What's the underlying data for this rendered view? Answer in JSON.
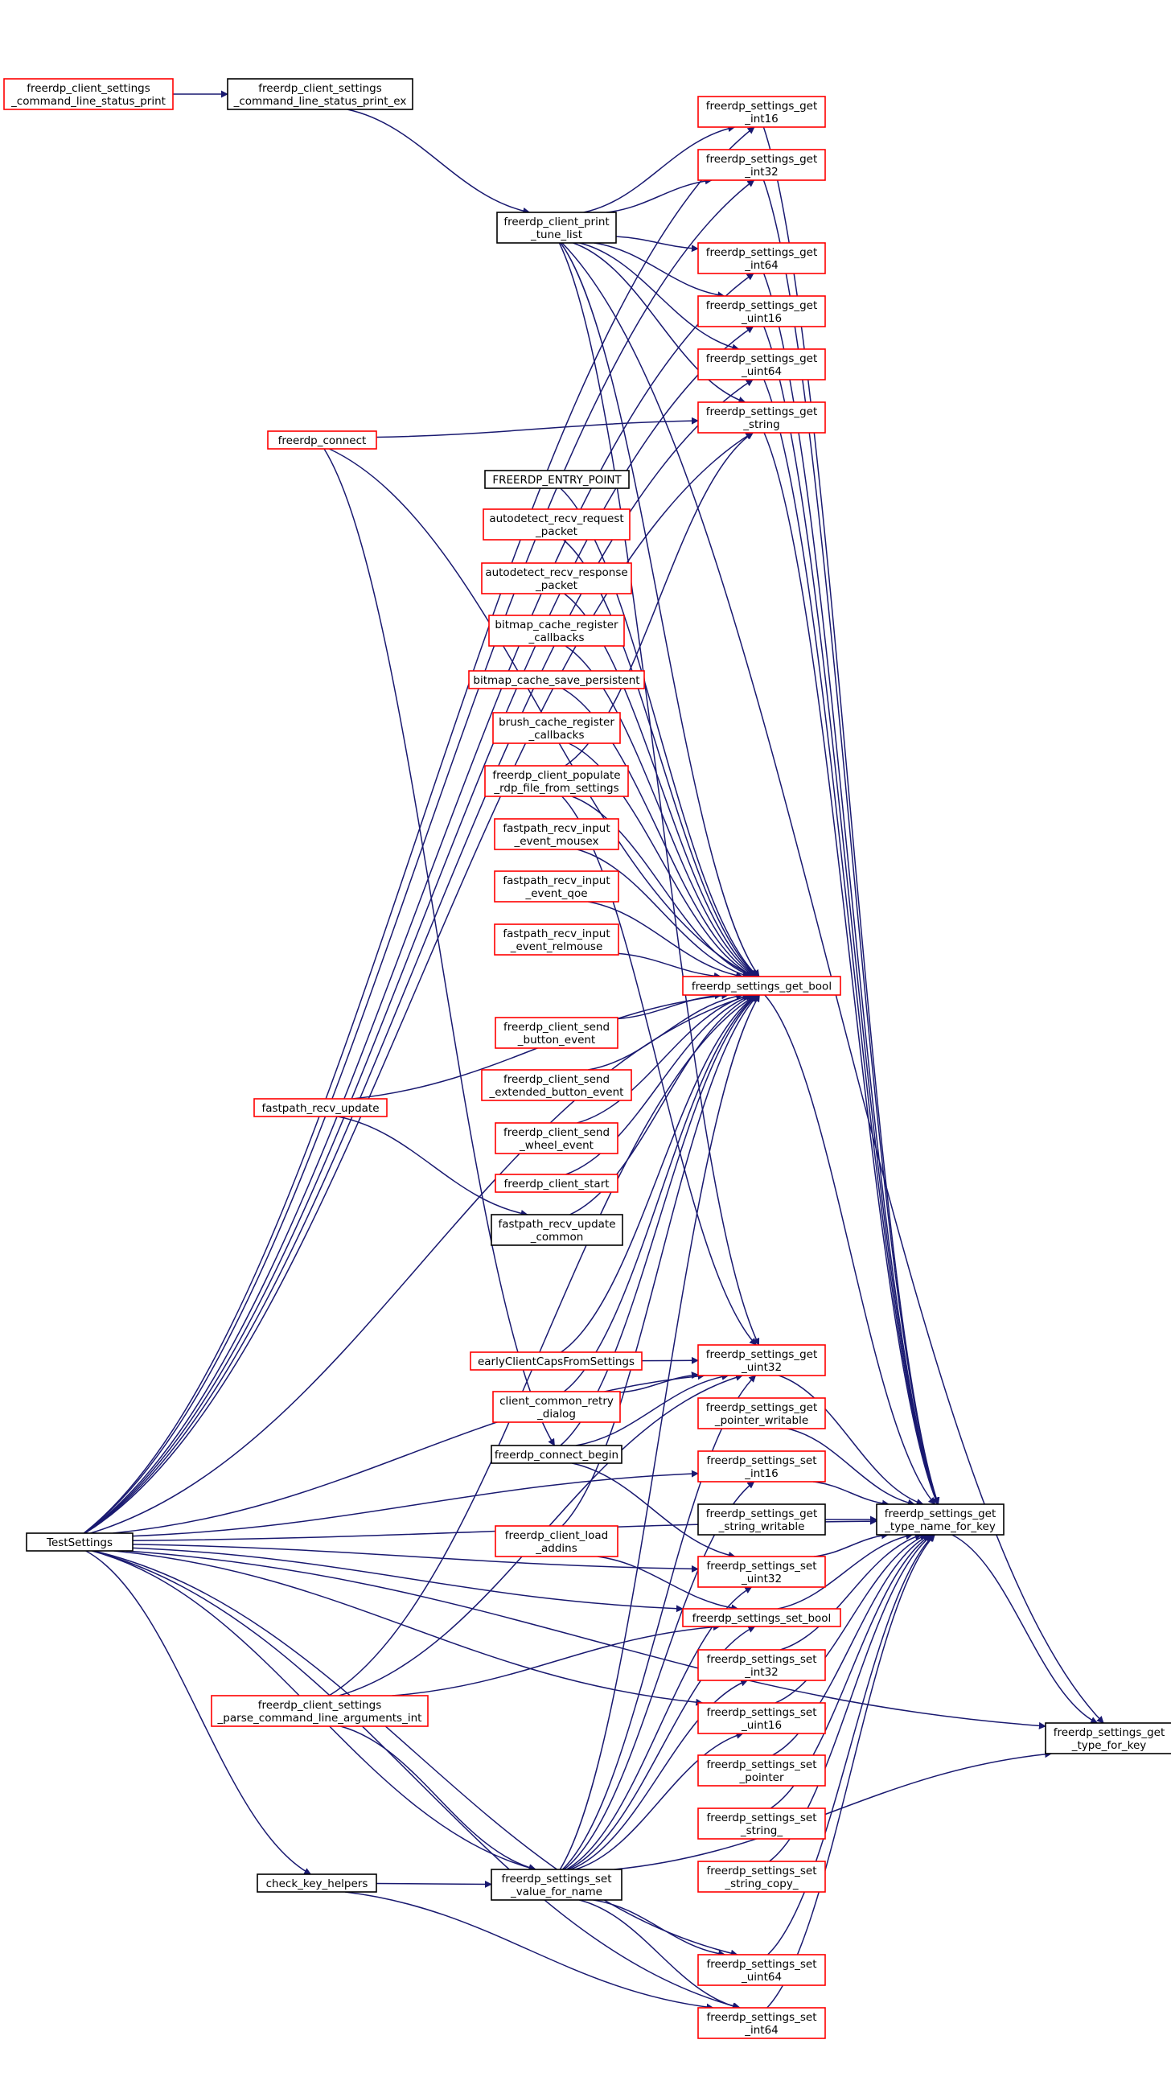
{
  "colors": {
    "edge": "#191970",
    "border_default": "#000000",
    "border_link": "#ff0000",
    "focus_fill": "#bfbfbf"
  },
  "nodes": [
    {
      "id": "cs_status_print",
      "lines": [
        "freerdp_client_settings",
        "_command_line_status_print"
      ],
      "style": "link"
    },
    {
      "id": "cs_status_print_ex",
      "lines": [
        "freerdp_client_settings",
        "_command_line_status_print_ex"
      ],
      "style": "default"
    },
    {
      "id": "get_int16",
      "lines": [
        "freerdp_settings_get",
        "_int16"
      ],
      "style": "link"
    },
    {
      "id": "get_int32",
      "lines": [
        "freerdp_settings_get",
        "_int32"
      ],
      "style": "link"
    },
    {
      "id": "print_tune_list",
      "lines": [
        "freerdp_client_print",
        "_tune_list"
      ],
      "style": "default"
    },
    {
      "id": "get_int64",
      "lines": [
        "freerdp_settings_get",
        "_int64"
      ],
      "style": "link"
    },
    {
      "id": "get_uint16",
      "lines": [
        "freerdp_settings_get",
        "_uint16"
      ],
      "style": "link"
    },
    {
      "id": "get_uint64",
      "lines": [
        "freerdp_settings_get",
        "_uint64"
      ],
      "style": "link"
    },
    {
      "id": "get_string",
      "lines": [
        "freerdp_settings_get",
        "_string"
      ],
      "style": "link"
    },
    {
      "id": "freerdp_connect",
      "lines": [
        "freerdp_connect"
      ],
      "style": "link"
    },
    {
      "id": "entry_point",
      "lines": [
        "FREERDP_ENTRY_POINT"
      ],
      "style": "default"
    },
    {
      "id": "autodetect_req",
      "lines": [
        "autodetect_recv_request",
        "_packet"
      ],
      "style": "link"
    },
    {
      "id": "autodetect_resp",
      "lines": [
        "autodetect_recv_response",
        "_packet"
      ],
      "style": "link"
    },
    {
      "id": "bitmap_cache_reg",
      "lines": [
        "bitmap_cache_register",
        "_callbacks"
      ],
      "style": "link"
    },
    {
      "id": "bitmap_cache_save",
      "lines": [
        "bitmap_cache_save_persistent"
      ],
      "style": "link"
    },
    {
      "id": "brush_cache_reg",
      "lines": [
        "brush_cache_register",
        "_callbacks"
      ],
      "style": "link"
    },
    {
      "id": "populate_rdp",
      "lines": [
        "freerdp_client_populate",
        "_rdp_file_from_settings"
      ],
      "style": "link"
    },
    {
      "id": "fp_mousex",
      "lines": [
        "fastpath_recv_input",
        "_event_mousex"
      ],
      "style": "link"
    },
    {
      "id": "fp_qoe",
      "lines": [
        "fastpath_recv_input",
        "_event_qoe"
      ],
      "style": "link"
    },
    {
      "id": "fp_relmouse",
      "lines": [
        "fastpath_recv_input",
        "_event_relmouse"
      ],
      "style": "link"
    },
    {
      "id": "get_bool",
      "lines": [
        "freerdp_settings_get_bool"
      ],
      "style": "link"
    },
    {
      "id": "send_button",
      "lines": [
        "freerdp_client_send",
        "_button_event"
      ],
      "style": "link"
    },
    {
      "id": "send_ext_button",
      "lines": [
        "freerdp_client_send",
        "_extended_button_event"
      ],
      "style": "link"
    },
    {
      "id": "send_wheel",
      "lines": [
        "freerdp_client_send",
        "_wheel_event"
      ],
      "style": "link"
    },
    {
      "id": "fp_recv_update",
      "lines": [
        "fastpath_recv_update"
      ],
      "style": "link"
    },
    {
      "id": "client_start",
      "lines": [
        "freerdp_client_start"
      ],
      "style": "link"
    },
    {
      "id": "fp_update_common",
      "lines": [
        "fastpath_recv_update",
        "_common"
      ],
      "style": "default"
    },
    {
      "id": "early_caps",
      "lines": [
        "earlyClientCapsFromSettings"
      ],
      "style": "link"
    },
    {
      "id": "get_uint32",
      "lines": [
        "freerdp_settings_get",
        "_uint32"
      ],
      "style": "link"
    },
    {
      "id": "retry_dialog",
      "lines": [
        "client_common_retry",
        "_dialog"
      ],
      "style": "link"
    },
    {
      "id": "get_ptr_writable",
      "lines": [
        "freerdp_settings_get",
        "_pointer_writable"
      ],
      "style": "link"
    },
    {
      "id": "connect_begin",
      "lines": [
        "freerdp_connect_begin"
      ],
      "style": "default"
    },
    {
      "id": "set_int16",
      "lines": [
        "freerdp_settings_set",
        "_int16"
      ],
      "style": "link"
    },
    {
      "id": "get_str_writable",
      "lines": [
        "freerdp_settings_get",
        "_string_writable"
      ],
      "style": "default"
    },
    {
      "id": "type_name_for_key",
      "lines": [
        "freerdp_settings_get",
        "_type_name_for_key"
      ],
      "style": "default"
    },
    {
      "id": "test_settings",
      "lines": [
        "TestSettings"
      ],
      "style": "default"
    },
    {
      "id": "load_addins",
      "lines": [
        "freerdp_client_load",
        "_addins"
      ],
      "style": "link"
    },
    {
      "id": "set_uint32",
      "lines": [
        "freerdp_settings_set",
        "_uint32"
      ],
      "style": "link"
    },
    {
      "id": "set_bool",
      "lines": [
        "freerdp_settings_set_bool"
      ],
      "style": "link"
    },
    {
      "id": "set_int32",
      "lines": [
        "freerdp_settings_set",
        "_int32"
      ],
      "style": "link"
    },
    {
      "id": "parse_cmdline",
      "lines": [
        "freerdp_client_settings",
        "_parse_command_line_arguments_int"
      ],
      "style": "link"
    },
    {
      "id": "set_uint16",
      "lines": [
        "freerdp_settings_set",
        "_uint16"
      ],
      "style": "link"
    },
    {
      "id": "get_type_for_key",
      "lines": [
        "freerdp_settings_get",
        "_type_for_key"
      ],
      "style": "focus"
    },
    {
      "id": "set_pointer",
      "lines": [
        "freerdp_settings_set",
        "_pointer"
      ],
      "style": "link"
    },
    {
      "id": "set_string_",
      "lines": [
        "freerdp_settings_set",
        "_string_"
      ],
      "style": "link"
    },
    {
      "id": "check_key_helpers",
      "lines": [
        "check_key_helpers"
      ],
      "style": "default"
    },
    {
      "id": "set_value_for_name",
      "lines": [
        "freerdp_settings_set",
        "_value_for_name"
      ],
      "style": "default"
    },
    {
      "id": "set_string_copy",
      "lines": [
        "freerdp_settings_set",
        "_string_copy_"
      ],
      "style": "link"
    },
    {
      "id": "set_uint64",
      "lines": [
        "freerdp_settings_set",
        "_uint64"
      ],
      "style": "link"
    },
    {
      "id": "set_int64",
      "lines": [
        "freerdp_settings_set",
        "_int64"
      ],
      "style": "link"
    }
  ],
  "edges": [
    {
      "from": "cs_status_print",
      "to": "cs_status_print_ex"
    },
    {
      "from": "cs_status_print_ex",
      "to": "print_tune_list"
    },
    {
      "from": "print_tune_list",
      "to": "get_int16"
    },
    {
      "from": "print_tune_list",
      "to": "get_int32"
    },
    {
      "from": "print_tune_list",
      "to": "get_int64"
    },
    {
      "from": "print_tune_list",
      "to": "get_uint16"
    },
    {
      "from": "print_tune_list",
      "to": "get_uint64"
    },
    {
      "from": "print_tune_list",
      "to": "get_string"
    },
    {
      "from": "print_tune_list",
      "to": "get_bool"
    },
    {
      "from": "print_tune_list",
      "to": "get_uint32"
    },
    {
      "from": "test_settings",
      "to": "get_int16"
    },
    {
      "from": "test_settings",
      "to": "get_int32"
    },
    {
      "from": "test_settings",
      "to": "get_int64"
    },
    {
      "from": "test_settings",
      "to": "get_uint16"
    },
    {
      "from": "test_settings",
      "to": "get_uint64"
    },
    {
      "from": "test_settings",
      "to": "get_string"
    },
    {
      "from": "test_settings",
      "to": "get_bool"
    },
    {
      "from": "test_settings",
      "to": "get_uint32"
    },
    {
      "from": "test_settings",
      "to": "set_int16"
    },
    {
      "from": "test_settings",
      "to": "set_uint32"
    },
    {
      "from": "test_settings",
      "to": "set_bool"
    },
    {
      "from": "test_settings",
      "to": "set_uint16"
    },
    {
      "from": "test_settings",
      "to": "set_uint64"
    },
    {
      "from": "test_settings",
      "to": "set_int64"
    },
    {
      "from": "test_settings",
      "to": "set_value_for_name"
    },
    {
      "from": "test_settings",
      "to": "check_key_helpers"
    },
    {
      "from": "test_settings",
      "to": "type_name_for_key"
    },
    {
      "from": "test_settings",
      "to": "get_type_for_key"
    },
    {
      "from": "freerdp_connect",
      "to": "get_string"
    },
    {
      "from": "freerdp_connect",
      "to": "get_bool"
    },
    {
      "from": "freerdp_connect",
      "to": "connect_begin"
    },
    {
      "from": "entry_point",
      "to": "get_bool"
    },
    {
      "from": "autodetect_req",
      "to": "get_bool"
    },
    {
      "from": "autodetect_resp",
      "to": "get_bool"
    },
    {
      "from": "bitmap_cache_reg",
      "to": "get_bool"
    },
    {
      "from": "bitmap_cache_save",
      "to": "get_bool"
    },
    {
      "from": "brush_cache_reg",
      "to": "get_bool"
    },
    {
      "from": "populate_rdp",
      "to": "get_bool"
    },
    {
      "from": "populate_rdp",
      "to": "get_string"
    },
    {
      "from": "populate_rdp",
      "to": "get_uint32"
    },
    {
      "from": "fp_mousex",
      "to": "get_bool"
    },
    {
      "from": "fp_qoe",
      "to": "get_bool"
    },
    {
      "from": "fp_relmouse",
      "to": "get_bool"
    },
    {
      "from": "send_button",
      "to": "get_bool"
    },
    {
      "from": "send_ext_button",
      "to": "get_bool"
    },
    {
      "from": "send_wheel",
      "to": "get_bool"
    },
    {
      "from": "client_start",
      "to": "get_bool"
    },
    {
      "from": "fp_update_common",
      "to": "get_bool"
    },
    {
      "from": "fp_recv_update",
      "to": "get_bool"
    },
    {
      "from": "fp_recv_update",
      "to": "fp_update_common"
    },
    {
      "from": "early_caps",
      "to": "get_bool"
    },
    {
      "from": "early_caps",
      "to": "get_uint32"
    },
    {
      "from": "retry_dialog",
      "to": "get_bool"
    },
    {
      "from": "retry_dialog",
      "to": "get_uint32"
    },
    {
      "from": "connect_begin",
      "to": "get_bool"
    },
    {
      "from": "connect_begin",
      "to": "get_uint32"
    },
    {
      "from": "connect_begin",
      "to": "set_uint32"
    },
    {
      "from": "load_addins",
      "to": "get_bool"
    },
    {
      "from": "load_addins",
      "to": "set_bool"
    },
    {
      "from": "parse_cmdline",
      "to": "get_bool"
    },
    {
      "from": "parse_cmdline",
      "to": "get_uint32"
    },
    {
      "from": "parse_cmdline",
      "to": "set_bool"
    },
    {
      "from": "parse_cmdline",
      "to": "set_value_for_name"
    },
    {
      "from": "check_key_helpers",
      "to": "set_value_for_name"
    },
    {
      "from": "check_key_helpers",
      "to": "set_int64"
    },
    {
      "from": "set_value_for_name",
      "to": "get_bool"
    },
    {
      "from": "set_value_for_name",
      "to": "get_uint32"
    },
    {
      "from": "set_value_for_name",
      "to": "set_int16"
    },
    {
      "from": "set_value_for_name",
      "to": "set_uint32"
    },
    {
      "from": "set_value_for_name",
      "to": "set_bool"
    },
    {
      "from": "set_value_for_name",
      "to": "set_int32"
    },
    {
      "from": "set_value_for_name",
      "to": "set_uint16"
    },
    {
      "from": "set_value_for_name",
      "to": "set_uint64"
    },
    {
      "from": "set_value_for_name",
      "to": "set_int64"
    },
    {
      "from": "set_value_for_name",
      "to": "get_type_for_key"
    },
    {
      "from": "get_int16",
      "to": "type_name_for_key"
    },
    {
      "from": "get_int32",
      "to": "type_name_for_key"
    },
    {
      "from": "get_int64",
      "to": "type_name_for_key"
    },
    {
      "from": "get_uint16",
      "to": "type_name_for_key"
    },
    {
      "from": "get_uint64",
      "to": "type_name_for_key"
    },
    {
      "from": "get_string",
      "to": "type_name_for_key"
    },
    {
      "from": "get_bool",
      "to": "type_name_for_key"
    },
    {
      "from": "get_uint32",
      "to": "type_name_for_key"
    },
    {
      "from": "get_ptr_writable",
      "to": "type_name_for_key"
    },
    {
      "from": "get_str_writable",
      "to": "type_name_for_key"
    },
    {
      "from": "set_int16",
      "to": "type_name_for_key"
    },
    {
      "from": "set_uint32",
      "to": "type_name_for_key"
    },
    {
      "from": "set_bool",
      "to": "type_name_for_key"
    },
    {
      "from": "set_int32",
      "to": "type_name_for_key"
    },
    {
      "from": "set_uint16",
      "to": "type_name_for_key"
    },
    {
      "from": "set_pointer",
      "to": "type_name_for_key"
    },
    {
      "from": "set_string_",
      "to": "type_name_for_key"
    },
    {
      "from": "set_string_copy",
      "to": "type_name_for_key"
    },
    {
      "from": "set_uint64",
      "to": "type_name_for_key"
    },
    {
      "from": "set_int64",
      "to": "type_name_for_key"
    },
    {
      "from": "print_tune_list",
      "to": "get_type_for_key"
    },
    {
      "from": "type_name_for_key",
      "to": "get_type_for_key"
    }
  ]
}
